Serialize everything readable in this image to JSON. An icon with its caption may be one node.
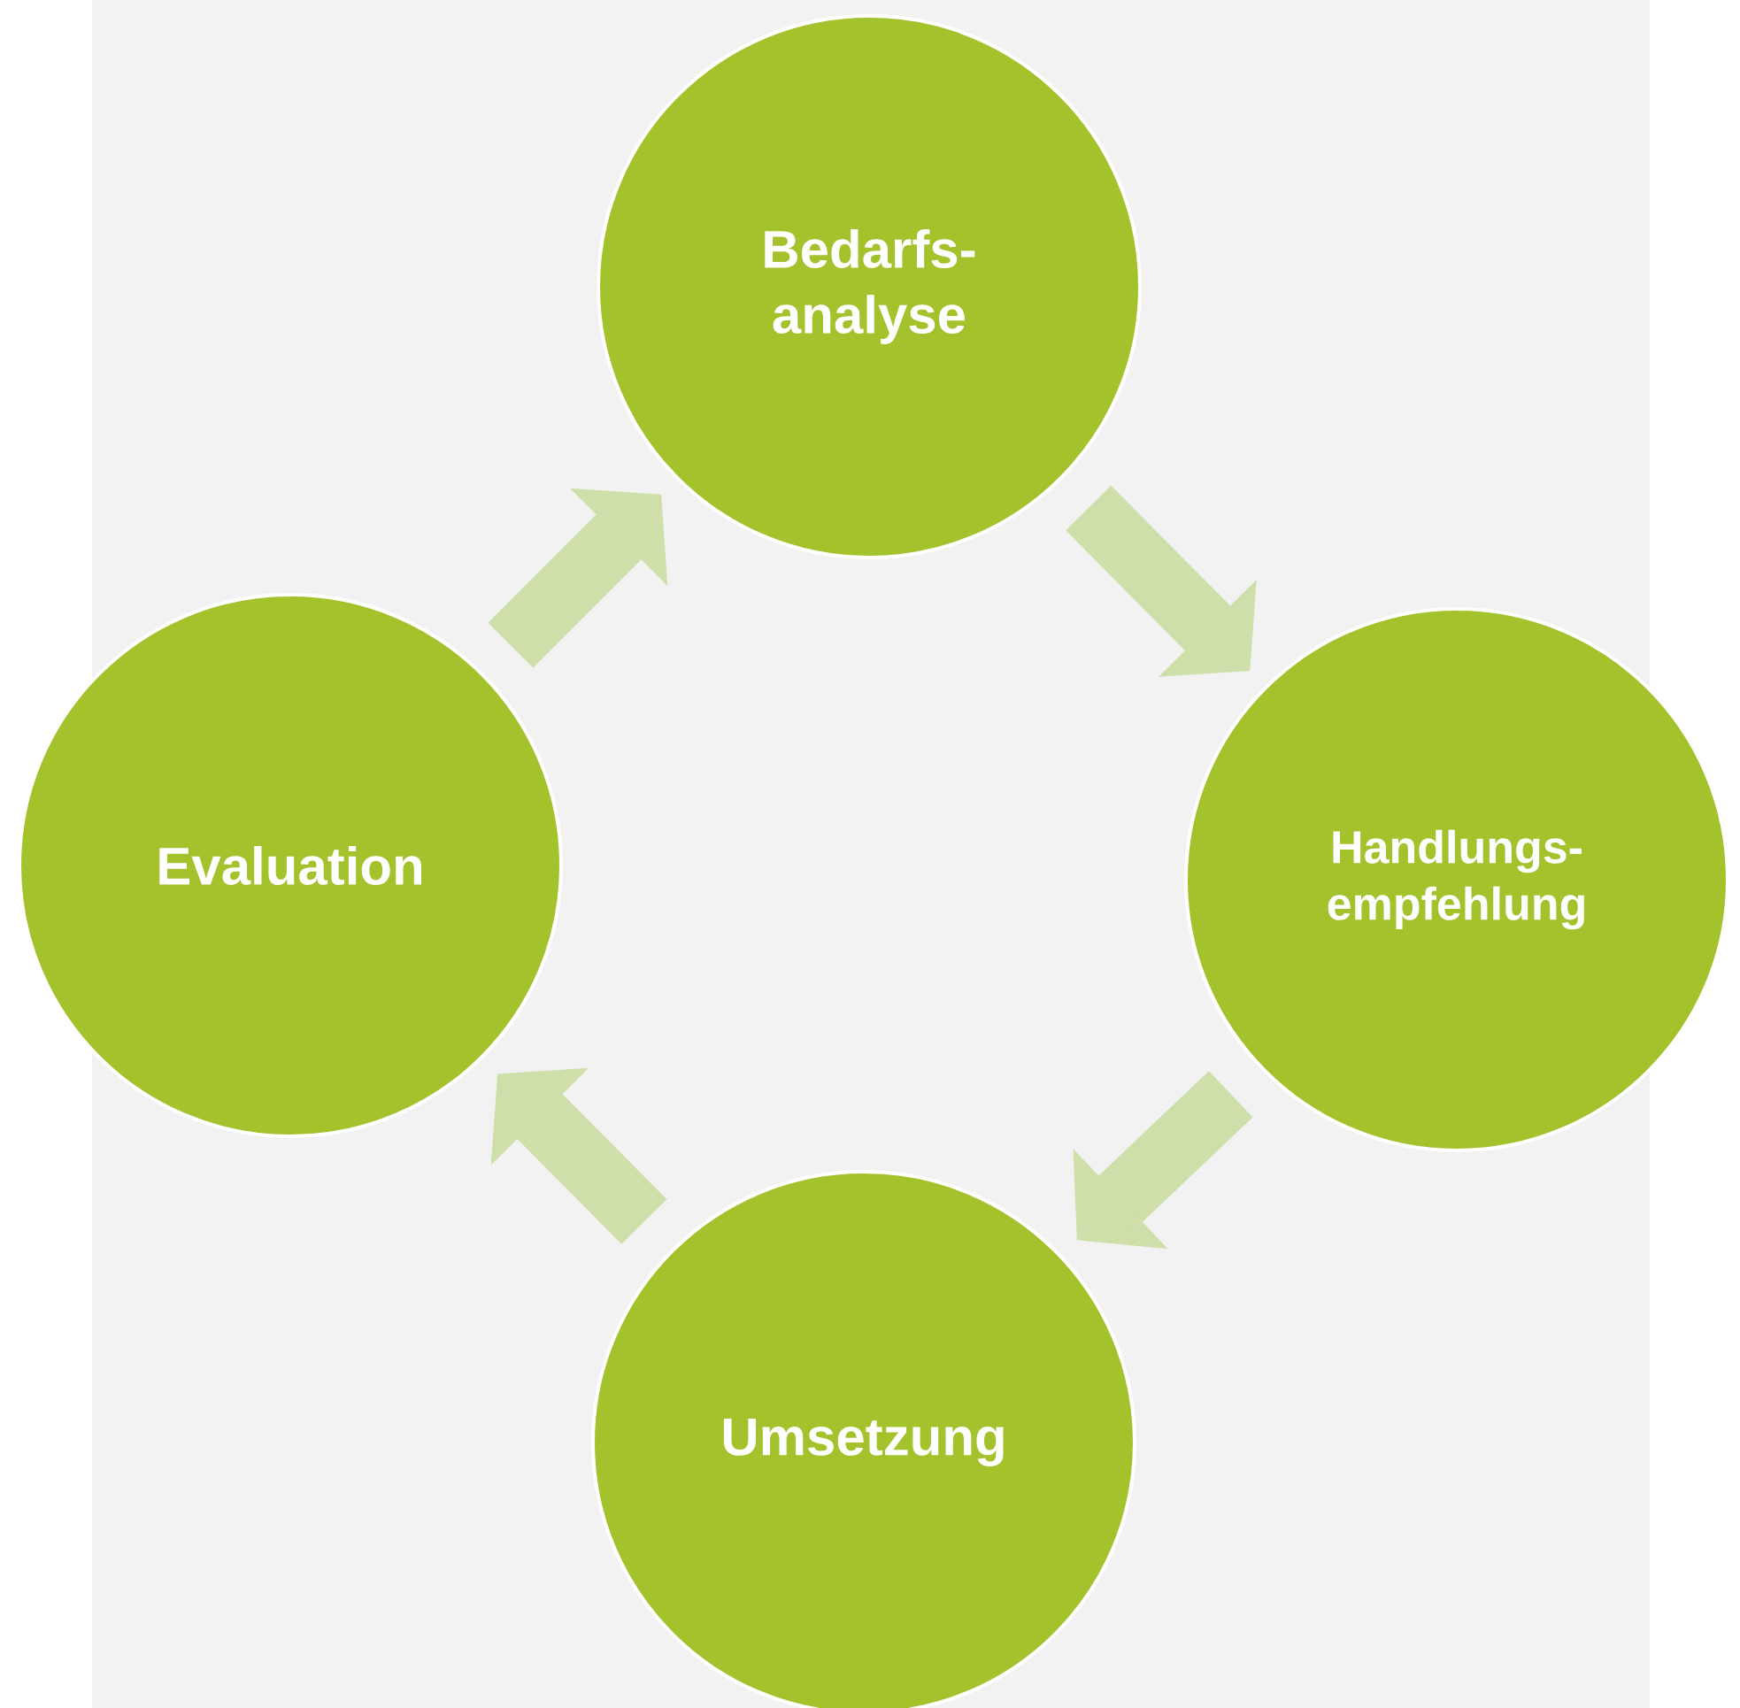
{
  "diagram": {
    "nodes": [
      {
        "text": [
          "Bedarfs- analyse"
        ]
      },
      {
        "text": [
          "Handlungs- empfehlung"
        ]
      },
      {
        "text": [
          "Umsetzung"
        ]
      },
      {
        "text": [
          "Evaluation"
        ]
      }
    ],
    "edges": [
      {
        "from": 3,
        "to": 0,
        "arrow": "to"
      },
      {
        "from": 0,
        "to": 1,
        "arrow": "to"
      },
      {
        "from": 1,
        "to": 2,
        "arrow": "to"
      },
      {
        "from": 2,
        "to": 3,
        "arrow": "to"
      }
    ]
  }
}
